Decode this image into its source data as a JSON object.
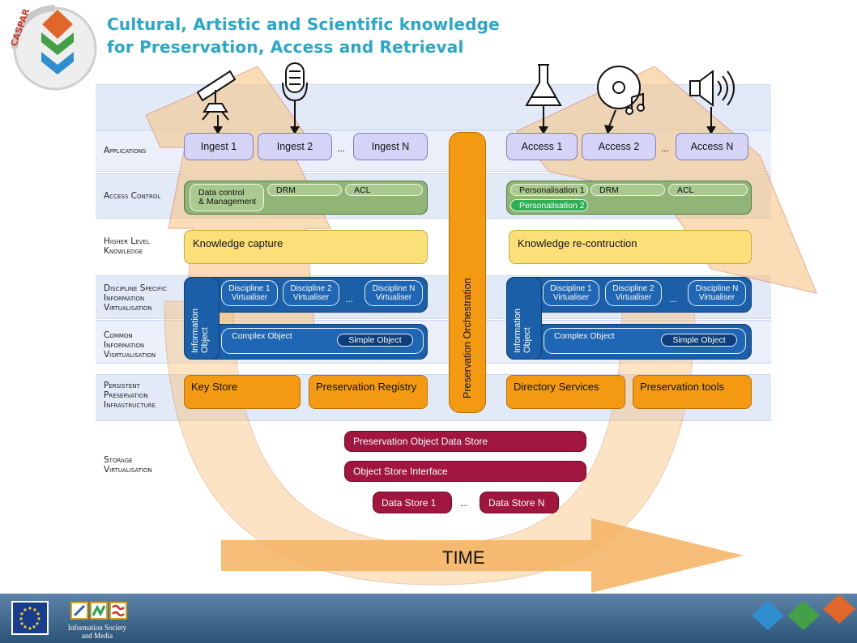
{
  "header": {
    "logo_text": "CASPAR",
    "title_line1": "Cultural, Artistic and Scientific knowledge",
    "title_line2": "for Preservation, Access and Retrieval"
  },
  "layers": {
    "applications": "Applications",
    "access_control": "Access Control",
    "higher_level": "Higher Level\nKnowledge",
    "discipline": "Discipline Specific\nInformation\nVirtualisation",
    "common": "Common\nInformation\nVisrtualisation",
    "persistent": "Persistent\nPreservation\nInfrastructure",
    "storage": "Storage\nVirtualisation"
  },
  "ingest": [
    "Ingest 1",
    "Ingest 2",
    "Ingest N"
  ],
  "access": [
    "Access 1",
    "Access 2",
    "Access N"
  ],
  "ellipsis": "...",
  "icons": {
    "telescope": "telescope-icon",
    "microphone": "microphone-icon",
    "flask": "flask-icon",
    "cd": "cd-music-icon",
    "speaker": "speaker-icon"
  },
  "access_control_left": {
    "main": "Data control\n& Management",
    "drm": "DRM",
    "acl": "ACL"
  },
  "access_control_right": {
    "p1": "Personalisation 1",
    "drm": "DRM",
    "acl": "ACL",
    "p2": "Personalisation 2"
  },
  "knowledge_capture": "Knowledge capture",
  "knowledge_reconstruction": "Knowledge re-contruction",
  "info_object_label": "Information\nObject",
  "virtualisers": [
    "Discipline 1\nVirtualiser",
    "Discipline 2\nVirtualiser",
    "Discipline N\nVirtualiser"
  ],
  "complex_object": "Complex Object",
  "simple_object": "Simple Object",
  "preservation_orchestration": "Preservation Orchestration",
  "persistent_left": [
    "Key Store",
    "Preservation Registry"
  ],
  "persistent_right": [
    "Directory Services",
    "Preservation tools"
  ],
  "storage": {
    "pods": "Preservation Object Data Store",
    "osi": "Object Store Interface",
    "ds1": "Data Store 1",
    "dsn": "Data Store N"
  },
  "time_label": "TIME",
  "footer": {
    "isl_text": "Information Society\nand Media"
  },
  "colors": {
    "title": "#2aa6c9",
    "band": "#dde6f6",
    "lavender": "#d5d4f7",
    "green": "#90b577",
    "yellow": "#fbe07a",
    "blue": "#1a5fa8",
    "orange": "#f39a12",
    "maroon": "#a0163e",
    "arrow": "#f7c37e"
  }
}
